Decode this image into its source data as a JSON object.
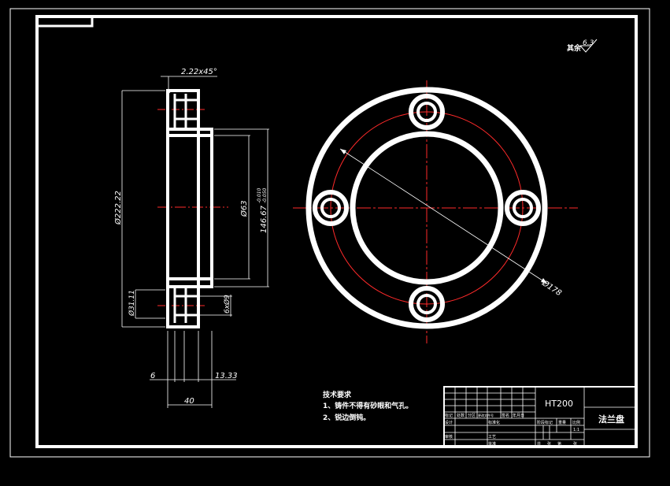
{
  "surface_roughness": {
    "label": "其余",
    "value": "6.3"
  },
  "side_view_dims": {
    "chamfer": "2.22x45°",
    "outer_dia": "Ø222.22",
    "bore_dia": "Ø63",
    "hub_dia": "146.67",
    "hub_tol_upper": "-0.010",
    "hub_tol_lower": "-0.050",
    "hole_counterbore": "Ø31.11",
    "hole_spec": "6xØ9",
    "width_left": "6",
    "width_right": "13.33",
    "total_width": "40"
  },
  "front_view_dims": {
    "pcd": "Ø178"
  },
  "tech_notes": {
    "heading": "技术要求",
    "items": [
      "1、铸件不得有砂眼和气孔。",
      "2、锐边倒钝。"
    ]
  },
  "title_block": {
    "material": "HT200",
    "part_name": "法兰盘",
    "cells": [
      "标记",
      "处数",
      "分区",
      "更改文件号",
      "签名",
      "年月日",
      "设计",
      "标准化",
      "阶段标记",
      "重量",
      "比例",
      "审核",
      "工艺",
      "批准",
      "共",
      "张",
      "第",
      "张",
      "1:1"
    ]
  },
  "colors": {
    "line": "#ffffff",
    "center": "#ff2a2a",
    "background": "#000000"
  }
}
